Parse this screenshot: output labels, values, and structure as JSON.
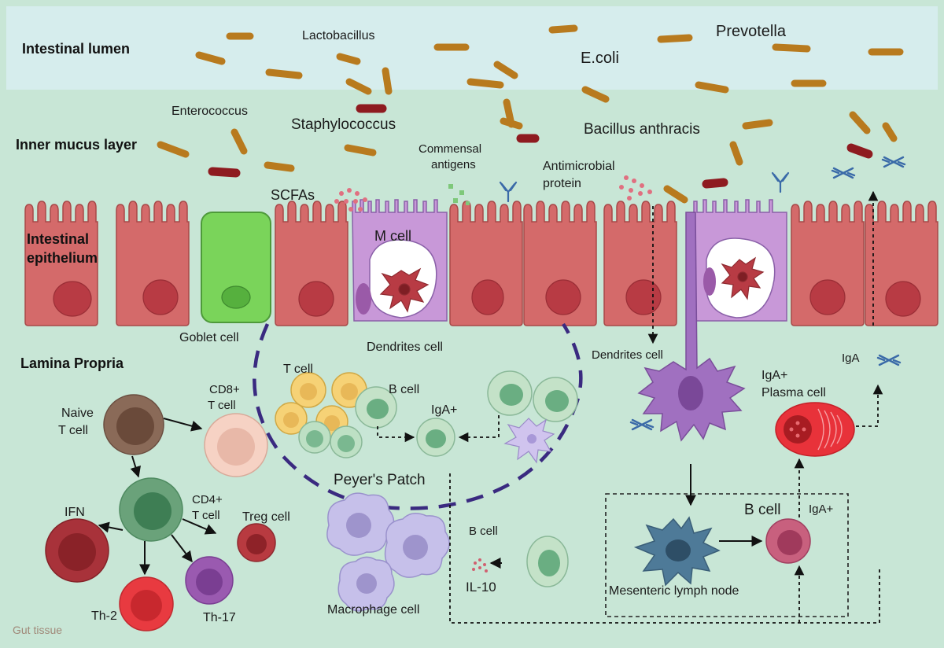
{
  "regions": {
    "lumen": "Intestinal lumen",
    "mucus": "Inner mucus  layer",
    "epithelium_line1": "Intestinal",
    "epithelium_line2": "epithelium",
    "lamina": "Lamina Propria"
  },
  "bacteria_labels": {
    "lactobacillus": "Lactobacillus",
    "prevotella": "Prevotella",
    "ecoli": "E.coli",
    "enterococcus": "Enterococcus",
    "staphylococcus": "Staphylococcus",
    "bacillus": "Bacillus anthracis"
  },
  "molecules": {
    "commensal_1": "Commensal",
    "commensal_2": "antigens",
    "antimicrobial_1": "Antimicrobial",
    "antimicrobial_2": "protein",
    "scfas": "SCFAs",
    "iga": "IgA",
    "il10": "IL-10"
  },
  "cells": {
    "m_cell": "M cell",
    "goblet": "Goblet cell",
    "dendrites_center": "Dendrites cell",
    "dendrites_right": "Dendrites cell",
    "t_cell": "T cell",
    "b_cell_pp": "B cell",
    "iga_plus_pp": "IgA+",
    "naive_1": "Naive",
    "naive_2": "T cell",
    "cd8_1": "CD8+",
    "cd8_2": "T cell",
    "cd4_1": "CD4+",
    "cd4_2": "T cell",
    "ifn": "IFN",
    "treg": "Treg cell",
    "th2": "Th-2",
    "th17": "Th-17",
    "peyers": "Peyer's Patch",
    "macrophage": "Macrophage cell",
    "b_cell_lower": "B cell",
    "iga_plasma_1": "IgA+",
    "iga_plasma_2": "Plasma cell",
    "b_cell_mln": "B cell",
    "iga_plus_mln": "IgA+",
    "mln": "Mesenteric lymph node"
  },
  "footer": "Gut tissue",
  "colors": {
    "lumen_bg": "#d6eded",
    "tissue_bg": "#c8e6d6",
    "enterocyte": "#d46a6a",
    "nucleus": "#b83b44",
    "bacteria_orange": "#b87a1e",
    "bacteria_red": "#8e1b20",
    "goblet": "#7ad45a",
    "m_cell": "#c898d8",
    "dendritic": "#a070c0",
    "peyers_border": "#3a2a80",
    "antibody": "#3a6aa8"
  }
}
